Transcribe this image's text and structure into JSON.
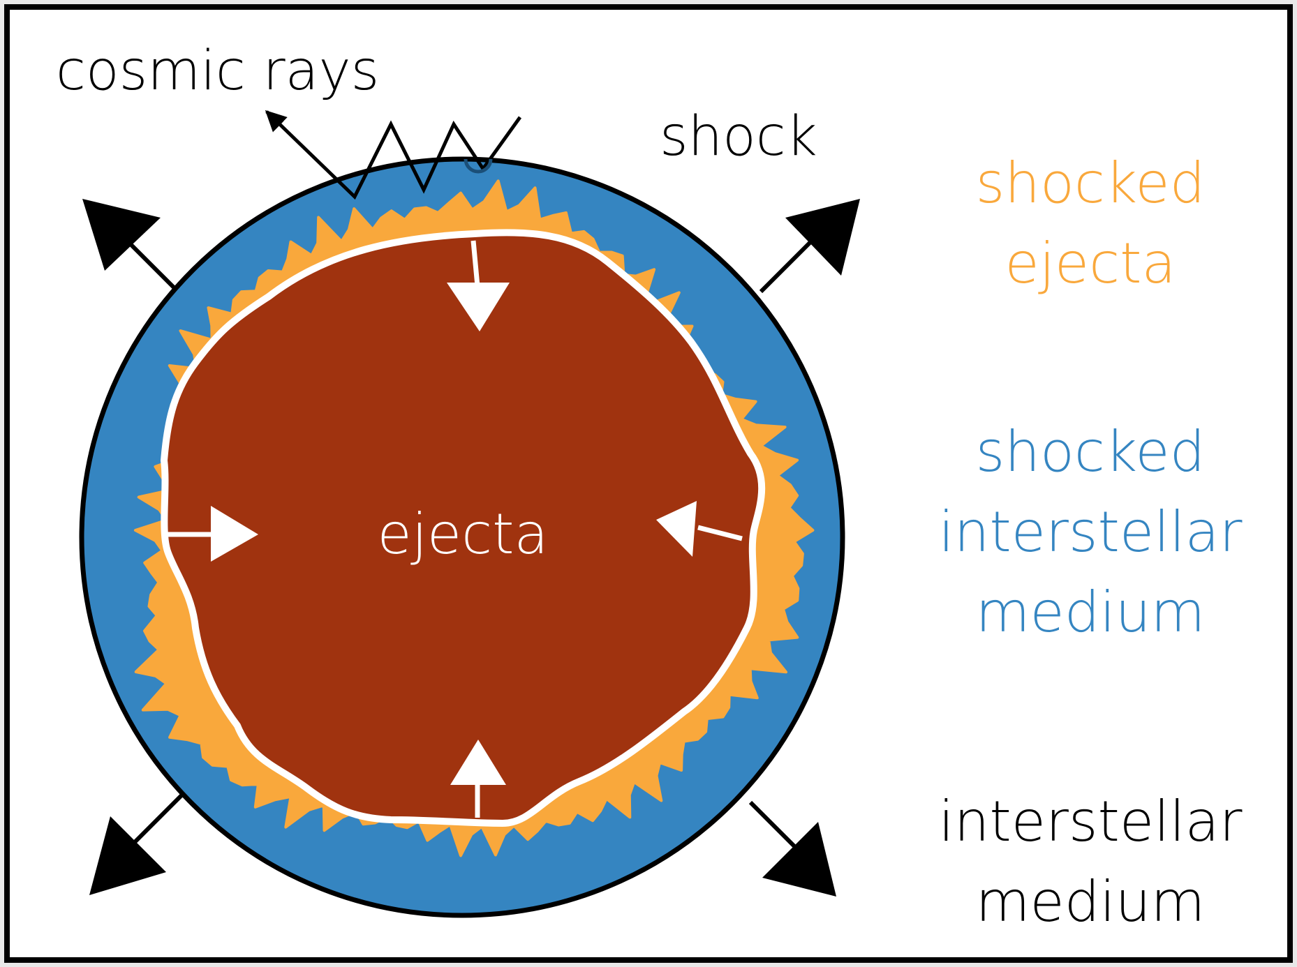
{
  "labels": {
    "cosmic_rays": "cosmic rays",
    "shock": "shock",
    "ejecta": "ejecta",
    "legend_shocked_ejecta": [
      "shocked",
      "ejecta"
    ],
    "legend_shocked_ism": [
      "shocked",
      "interstellar",
      "medium"
    ],
    "legend_ism": [
      "interstellar",
      "medium"
    ]
  },
  "colors": {
    "background": "#ffffff",
    "frame": "#000000",
    "outer_gray": "#e8e8e8",
    "shocked_ism": "#3585c1",
    "shocked_ejecta": "#f9a83c",
    "ejecta": "#a0330f",
    "contact_line": "#ffffff",
    "text_black": "#000000",
    "text_white": "#ffffff",
    "text_orange": "#f9a83c",
    "text_blue": "#3585c1"
  },
  "icons": {
    "outward_shock_arrows": "arrow-outward-icon",
    "reverse_shock_arrows": "arrow-inward-icon",
    "cosmic_ray_path": "zigzag-path-icon"
  }
}
